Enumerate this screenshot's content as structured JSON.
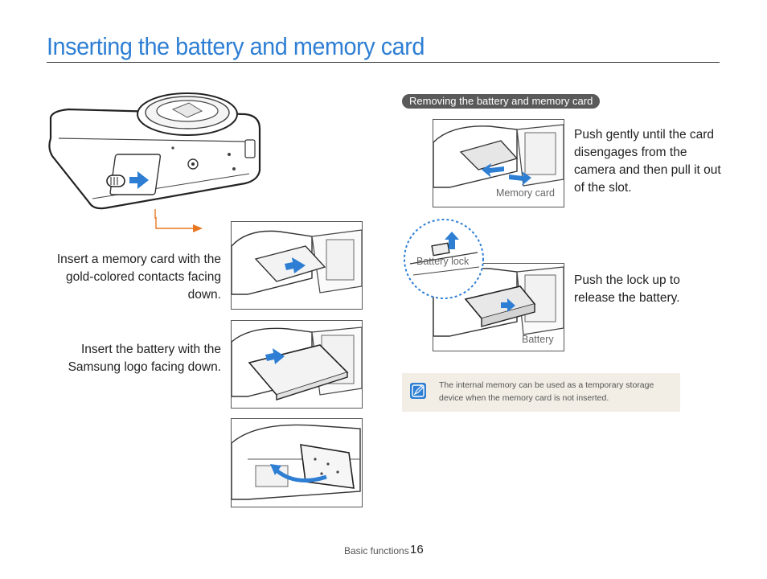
{
  "page": {
    "title": "Inserting the battery and memory card"
  },
  "colors": {
    "title": "#2e7fd4",
    "arrow_blue": "#2e7fd4",
    "pointer_orange": "#e87722",
    "badge_bg": "#5a5a5a",
    "note_bg": "#f2ede5"
  },
  "insert_steps": [
    {
      "text": "Insert a memory card with the gold-colored contacts facing down."
    },
    {
      "text": "Insert the battery with the Samsung logo facing down."
    }
  ],
  "removal": {
    "heading": "Removing the battery and memory card",
    "memory_card_label": "Memory card",
    "memory_card_text": "Push gently until the card disengages from the camera and then pull it out of the slot.",
    "battery_lock_label": "Battery lock",
    "battery_label": "Battery",
    "battery_text": "Push the lock up to release the battery."
  },
  "note": {
    "icon": "note-icon",
    "text": "The internal memory can be used as a temporary storage device when the memory card is not inserted."
  },
  "footer": {
    "section": "Basic functions",
    "page_number": "16"
  }
}
